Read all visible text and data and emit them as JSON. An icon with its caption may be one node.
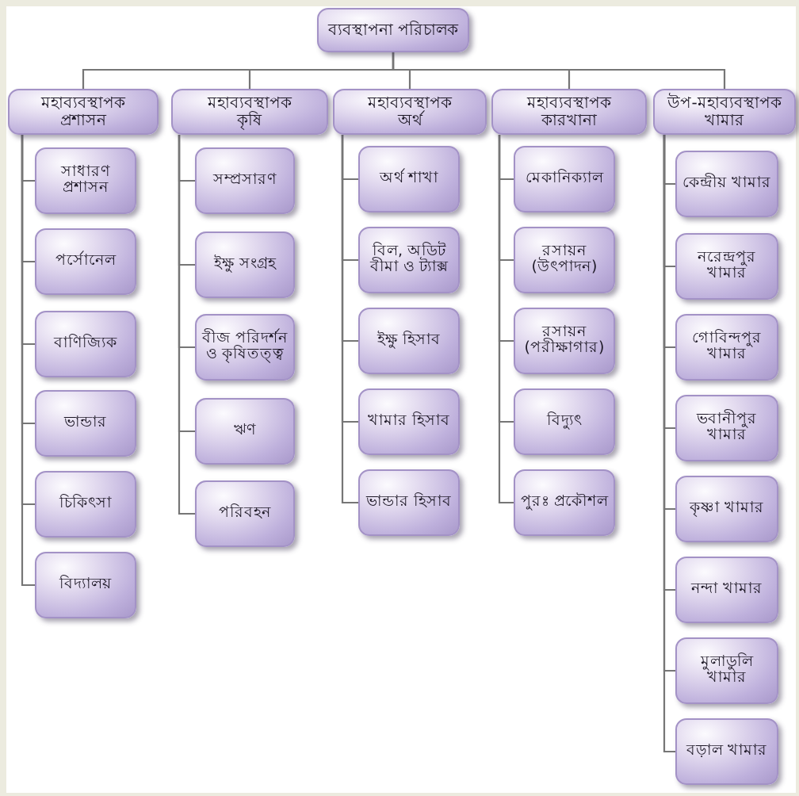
{
  "diagram": {
    "nodes": [
      {
        "text": [
          "ব্যবস্থাপনা পরিচালক"
        ]
      },
      {
        "text": [
          "মহাব্যবস্থাপক প্রশাসন"
        ]
      },
      {
        "text": [
          "মহাব্যবস্থাপক কৃষি"
        ]
      },
      {
        "text": [
          "মহাব্যবস্থাপক অর্থ"
        ]
      },
      {
        "text": [
          "মহাব্যবস্থাপক কারখানা"
        ]
      },
      {
        "text": [
          "উপ-মহাব্যবস্থাপক খামার"
        ]
      },
      {
        "text": [
          "সাধারণ প্রশাসন"
        ]
      },
      {
        "text": [
          "পর্সোনেল"
        ]
      },
      {
        "text": [
          "বাণিজ্যিক"
        ]
      },
      {
        "text": [
          "ভান্ডার"
        ]
      },
      {
        "text": [
          "চিকিৎসা"
        ]
      },
      {
        "text": [
          "বিদ্যালয়"
        ]
      },
      {
        "text": [
          "সম্প্রসারণ"
        ]
      },
      {
        "text": [
          "ইক্ষু সংগ্রহ"
        ]
      },
      {
        "text": [
          "বীজ পরিদর্শন ও কৃষিতত্ত্ব"
        ]
      },
      {
        "text": [
          "ঋণ"
        ]
      },
      {
        "text": [
          "পরিবহন"
        ]
      },
      {
        "text": [
          "অর্থ শাখা"
        ]
      },
      {
        "text": [
          "বিল, অডিট বীমা ও ট্যাক্স"
        ]
      },
      {
        "text": [
          "ইক্ষু হিসাব"
        ]
      },
      {
        "text": [
          "খামার হিসাব"
        ]
      },
      {
        "text": [
          "ভান্ডার হিসাব"
        ]
      },
      {
        "text": [
          "মেকানিক্যাল"
        ]
      },
      {
        "text": [
          "রসায়ন (উৎপাদন)"
        ]
      },
      {
        "text": [
          "রসায়ন (পরীক্ষাগার)"
        ]
      },
      {
        "text": [
          "বিদ্যুৎ"
        ]
      },
      {
        "text": [
          "পুরঃ প্রকৌশল"
        ]
      },
      {
        "text": [
          "কেন্দ্রীয় খামার"
        ]
      },
      {
        "text": [
          "নরেন্দ্রপুর খামার"
        ]
      },
      {
        "text": [
          "গোবিন্দপুর খামার"
        ]
      },
      {
        "text": [
          "ভবানীপুর খামার"
        ]
      },
      {
        "text": [
          "কৃষ্ণা খামার"
        ]
      },
      {
        "text": [
          "নন্দা খামার"
        ]
      },
      {
        "text": [
          "মুলাডুলি খামার"
        ]
      },
      {
        "text": [
          "বড়াল খামার"
        ]
      }
    ],
    "edges": [
      {
        "from": 0,
        "to": 1,
        "arrow": "none"
      },
      {
        "from": 0,
        "to": 2,
        "arrow": "none"
      },
      {
        "from": 0,
        "to": 3,
        "arrow": "none"
      },
      {
        "from": 0,
        "to": 4,
        "arrow": "none"
      },
      {
        "from": 0,
        "to": 5,
        "arrow": "none"
      },
      {
        "from": 1,
        "to": 6,
        "arrow": "none"
      },
      {
        "from": 1,
        "to": 7,
        "arrow": "none"
      },
      {
        "from": 1,
        "to": 8,
        "arrow": "none"
      },
      {
        "from": 1,
        "to": 9,
        "arrow": "none"
      },
      {
        "from": 1,
        "to": 10,
        "arrow": "none"
      },
      {
        "from": 1,
        "to": 11,
        "arrow": "none"
      },
      {
        "from": 2,
        "to": 12,
        "arrow": "none"
      },
      {
        "from": 2,
        "to": 13,
        "arrow": "none"
      },
      {
        "from": 2,
        "to": 14,
        "arrow": "none"
      },
      {
        "from": 2,
        "to": 15,
        "arrow": "none"
      },
      {
        "from": 2,
        "to": 16,
        "arrow": "none"
      },
      {
        "from": 3,
        "to": 17,
        "arrow": "none"
      },
      {
        "from": 3,
        "to": 18,
        "arrow": "none"
      },
      {
        "from": 3,
        "to": 19,
        "arrow": "none"
      },
      {
        "from": 3,
        "to": 20,
        "arrow": "none"
      },
      {
        "from": 3,
        "to": 21,
        "arrow": "none"
      },
      {
        "from": 4,
        "to": 22,
        "arrow": "none"
      },
      {
        "from": 4,
        "to": 23,
        "arrow": "none"
      },
      {
        "from": 4,
        "to": 24,
        "arrow": "none"
      },
      {
        "from": 4,
        "to": 25,
        "arrow": "none"
      },
      {
        "from": 4,
        "to": 26,
        "arrow": "none"
      },
      {
        "from": 5,
        "to": 27,
        "arrow": "none"
      },
      {
        "from": 5,
        "to": 28,
        "arrow": "none"
      },
      {
        "from": 5,
        "to": 29,
        "arrow": "none"
      },
      {
        "from": 5,
        "to": 30,
        "arrow": "none"
      },
      {
        "from": 5,
        "to": 31,
        "arrow": "none"
      },
      {
        "from": 5,
        "to": 32,
        "arrow": "none"
      },
      {
        "from": 5,
        "to": 33,
        "arrow": "none"
      },
      {
        "from": 5,
        "to": 34,
        "arrow": "none"
      }
    ]
  }
}
